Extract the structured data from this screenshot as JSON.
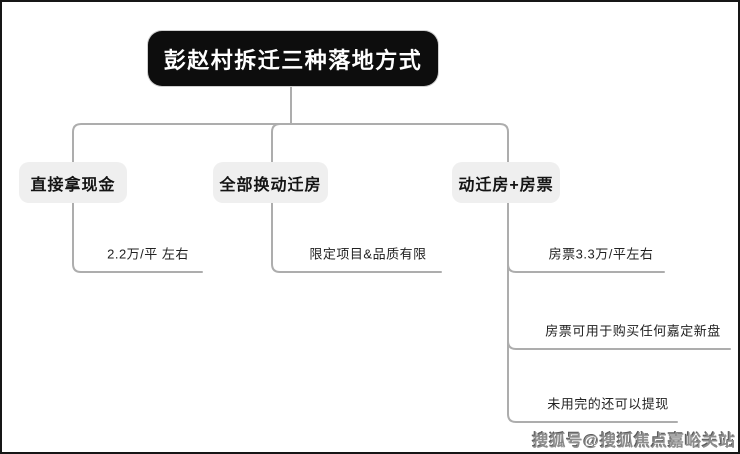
{
  "page": {
    "background": "#ffffff",
    "frame_border_color": "#161616"
  },
  "diagram": {
    "root": {
      "label": "彭赵村拆迁三种落地方式",
      "bg_color": "#0d0d0d",
      "text_color": "#ffffff"
    },
    "branches": [
      {
        "label": "直接拿现金",
        "children": [
          {
            "label": "2.2万/平 左右"
          }
        ]
      },
      {
        "label": "全部换动迁房",
        "children": [
          {
            "label": "限定项目&品质有限"
          }
        ]
      },
      {
        "label": "动迁房+房票",
        "children": [
          {
            "label": "房票3.3万/平左右"
          },
          {
            "label": "房票可用于购买任何嘉定新盘"
          },
          {
            "label": "未用完的还可以提现"
          }
        ]
      }
    ],
    "branch_bg_color": "#efefef",
    "line_color": "#adadad"
  },
  "watermark": {
    "text": "搜狐号@搜狐焦点嘉峪关站",
    "color": "#8c8c8c"
  }
}
